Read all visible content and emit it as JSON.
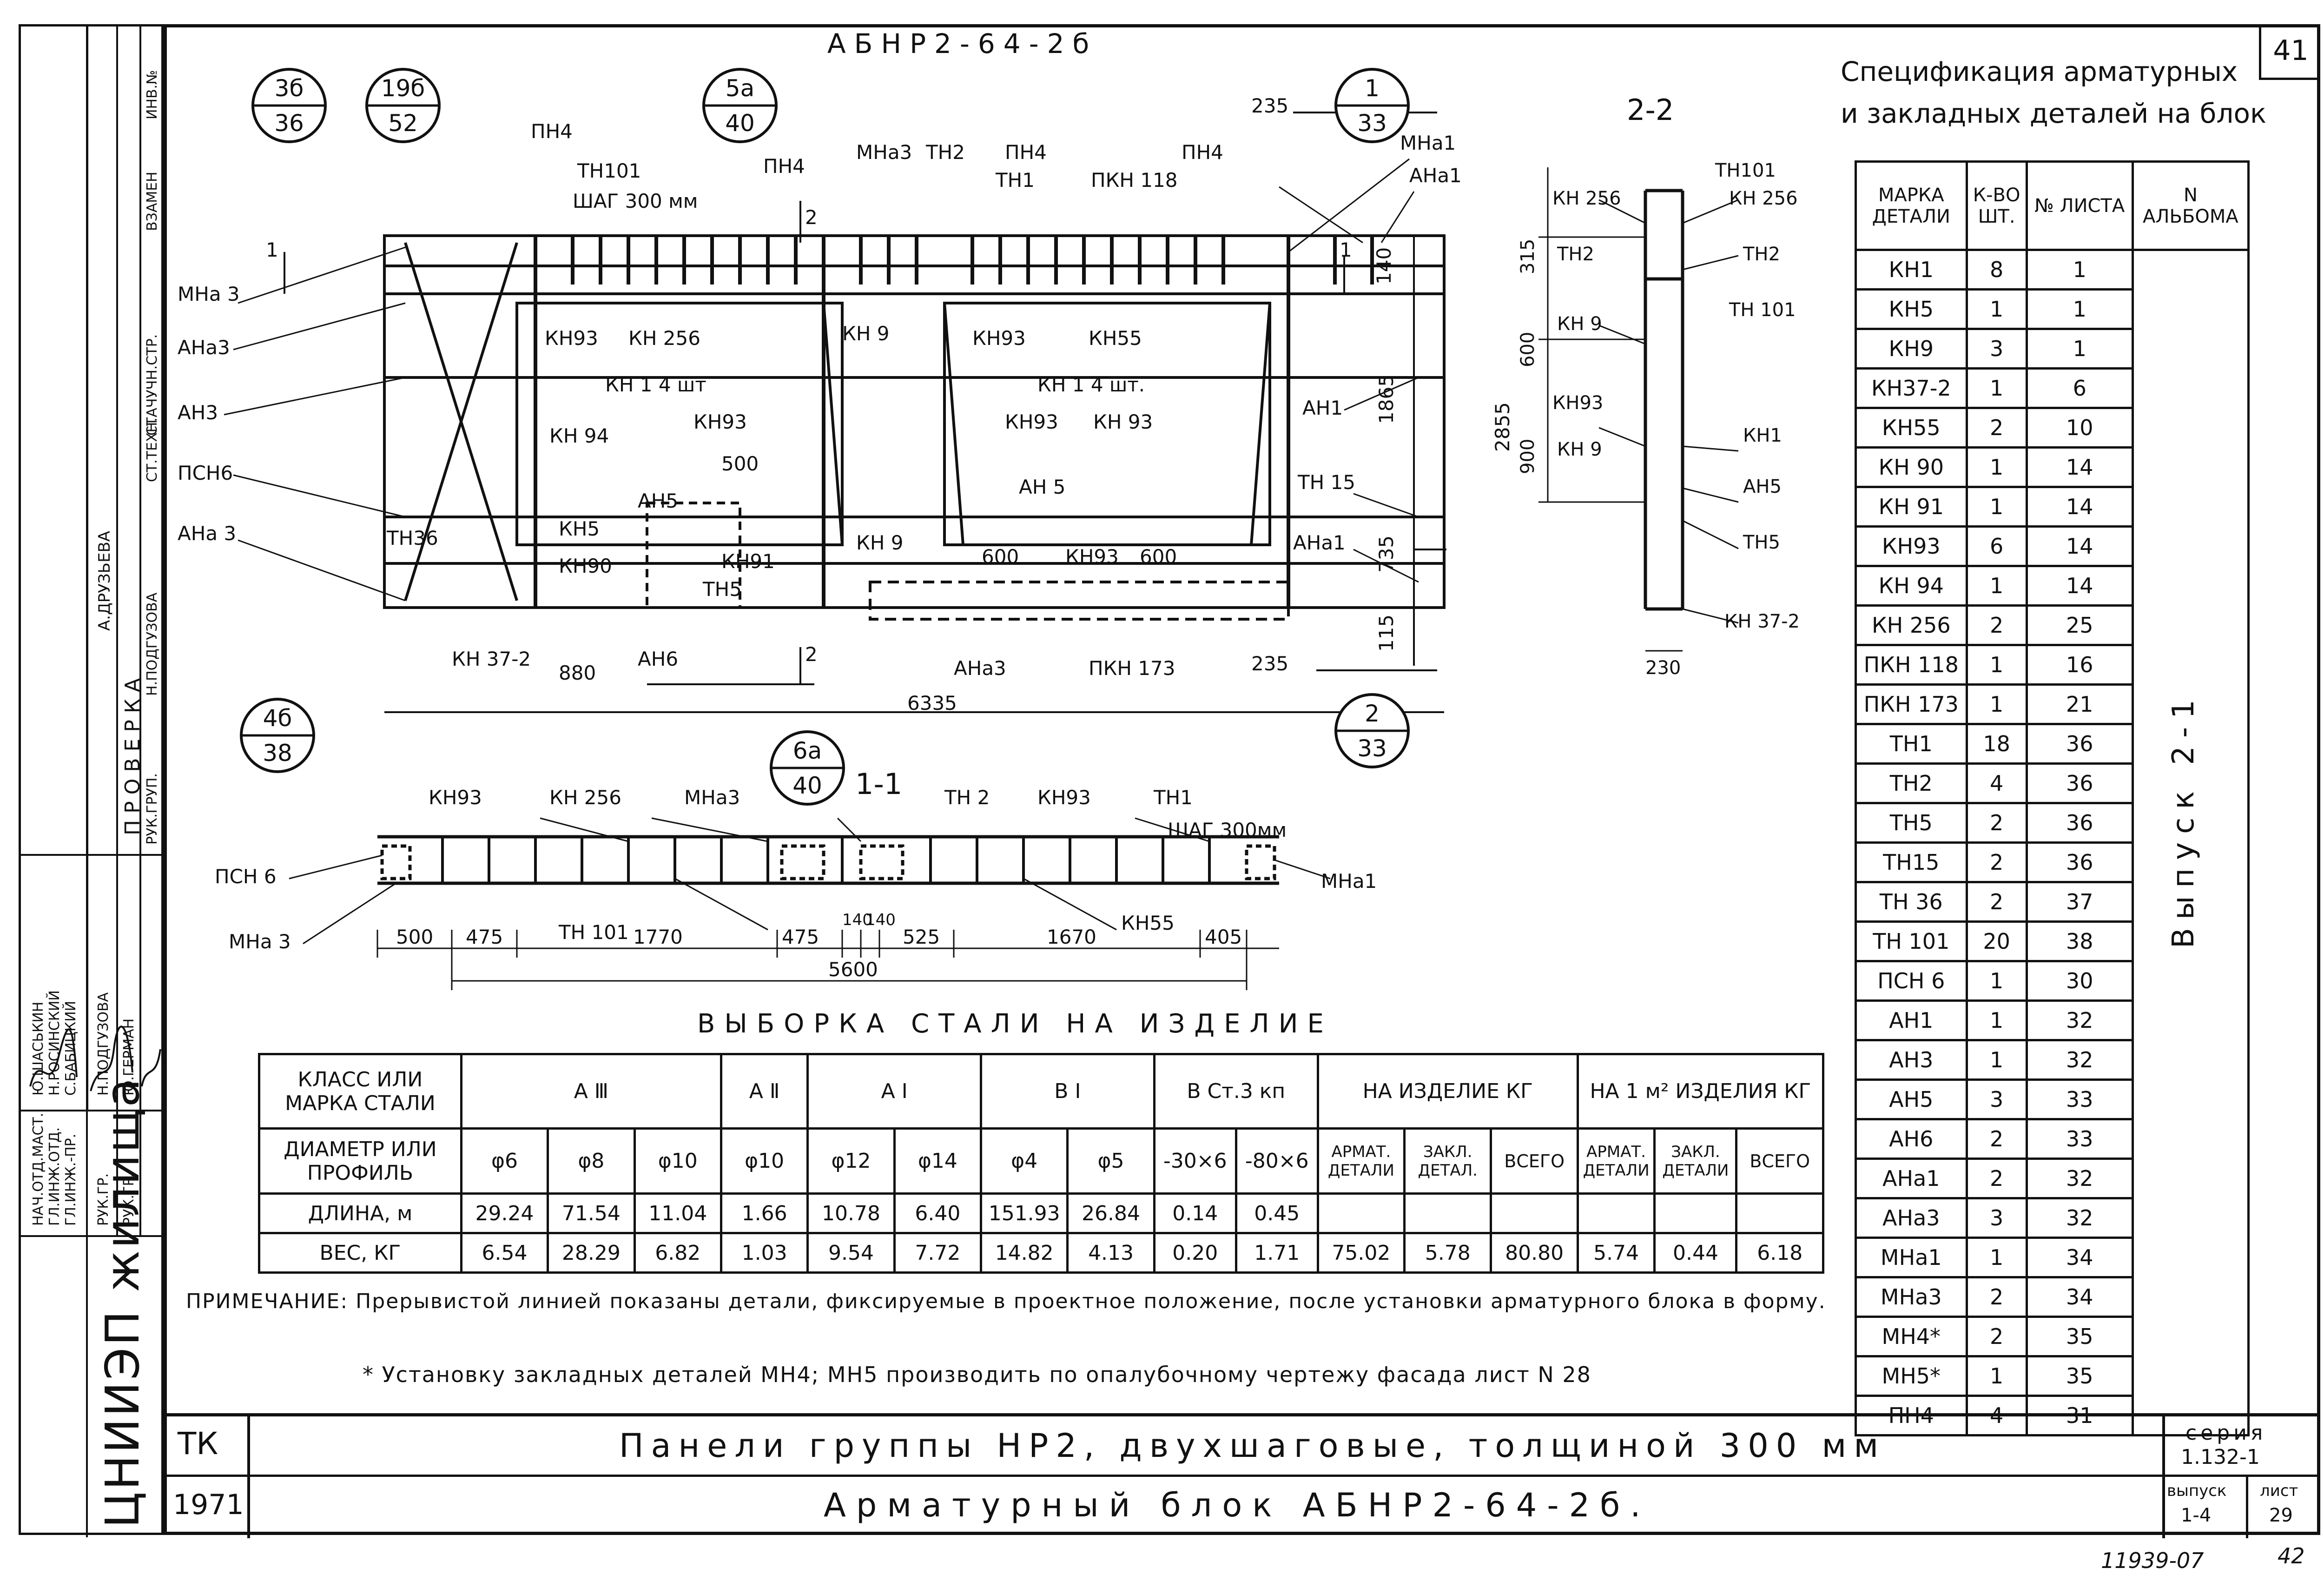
{
  "sheet_no": "41",
  "drawing_title": "АБНР2-64-2б",
  "section_2_2": "2-2",
  "section_1_1": "1-1",
  "plan_labels": [
    "ПН4",
    "ТН101",
    "ШАГ 300 мм",
    "ПН4",
    "МНа3",
    "ТН2",
    "ПН4",
    "ТН1",
    "ПКН 118",
    "ПН4",
    "МНа1",
    "АНа1",
    "МНа 3",
    "АНа3",
    "АН3",
    "ПСН6",
    "АНа 3",
    "ТН36",
    "КН93",
    "КН 256",
    "КН 9",
    "КН93",
    "КН55",
    "КН 1 4 шт",
    "КН 1 4 шт.",
    "КН 94",
    "КН93",
    "500",
    "КН93",
    "КН 93",
    "АН5",
    "АН 5",
    "КН5",
    "КН90",
    "КН91",
    "ТН5",
    "КН 9",
    "600",
    "КН93",
    "600",
    "АН1",
    "ТН 15",
    "АНа1",
    "КН 37-2",
    "АН6",
    "АНа3",
    "ПКН 173",
    "880",
    "6335",
    "235",
    "235",
    "1",
    "1",
    "2",
    "2",
    "140",
    "1865",
    "2855",
    "735",
    "115"
  ],
  "callouts": [
    {
      "top": "3б",
      "bottom": "36"
    },
    {
      "top": "19б",
      "bottom": "52"
    },
    {
      "top": "5а",
      "bottom": "40"
    },
    {
      "top": "1",
      "bottom": "33"
    },
    {
      "top": "4б",
      "bottom": "38"
    },
    {
      "top": "6а",
      "bottom": "40"
    },
    {
      "top": "2",
      "bottom": "33"
    }
  ],
  "section22_labels": [
    "ТН101",
    "КН 256",
    "КН 256",
    "ТН2",
    "ТН2",
    "ТН 101",
    "КН 9",
    "КН93",
    "КН 9",
    "КН1",
    "АН5",
    "ТН5",
    "КН 37-2",
    "315",
    "600",
    "900",
    "230"
  ],
  "section11_labels": [
    "КН93",
    "КН 256",
    "МНа3",
    "ТН 2",
    "КН93",
    "ТН1",
    "ШАГ 300мм",
    "ПСН 6",
    "МНа 3",
    "ТН 101",
    "КН55",
    "МНа1",
    "500",
    "475",
    "1770",
    "475",
    "140",
    "140",
    "525",
    "1670",
    "405",
    "5600"
  ],
  "steel_table": {
    "title": "ВЫБОРКА СТАЛИ НА ИЗДЕЛИЕ",
    "h_class": "КЛАСС ИЛИ МАРКА СТАЛИ",
    "groups": [
      "А Ⅲ",
      "А Ⅱ",
      "А Ⅰ",
      "В Ⅰ",
      "В Ст.3 кп",
      "НА ИЗДЕЛИЕ КГ",
      "НА 1 м² ИЗДЕЛИЯ КГ"
    ],
    "h_diam": "ДИАМЕТР ИЛИ ПРОФИЛЬ",
    "diams": [
      "φ6",
      "φ8",
      "φ10",
      "φ10",
      "φ12",
      "φ14",
      "φ4",
      "φ5",
      "-30×6",
      "-80×6",
      "АРМАТ. ДЕТАЛИ",
      "ЗАКЛ. ДЕТАЛ.",
      "ВСЕГО",
      "АРМАТ. ДЕТАЛИ",
      "ЗАКЛ. ДЕТАЛИ",
      "ВСЕГО"
    ],
    "h_length": "ДЛИНА, м",
    "lengths": [
      "29.24",
      "71.54",
      "11.04",
      "1.66",
      "10.78",
      "6.40",
      "151.93",
      "26.84",
      "0.14",
      "0.45",
      "",
      "",
      "",
      "",
      "",
      ""
    ],
    "h_weight": "ВЕС, КГ",
    "weights": [
      "6.54",
      "28.29",
      "6.82",
      "1.03",
      "9.54",
      "7.72",
      "14.82",
      "4.13",
      "0.20",
      "1.71",
      "75.02",
      "5.78",
      "80.80",
      "5.74",
      "0.44",
      "6.18"
    ]
  },
  "note_1": "ПРИМЕЧАНИЕ: Прерывистой линией показаны детали, фиксируемые в проектное положение, после установки арматурного блока в форму.",
  "note_2": "* Установку закладных деталей МН4; МН5 производить по опалубочному чертежу фасада лист N 28",
  "spec": {
    "title_1": "Спецификация арматурных",
    "title_2": "и закладных деталей на блок",
    "h_mark": "МАРКА ДЕТАЛИ",
    "h_qty": "К-ВО ШТ.",
    "h_sheet": "№ ЛИСТА",
    "h_album": "N АЛЬБОМА",
    "album_note": "Выпуск 2-1",
    "rows": [
      {
        "mark": "КН1",
        "qty": "8",
        "sheet": "1"
      },
      {
        "mark": "КН5",
        "qty": "1",
        "sheet": "1"
      },
      {
        "mark": "КН9",
        "qty": "3",
        "sheet": "1"
      },
      {
        "mark": "КН37-2",
        "qty": "1",
        "sheet": "6"
      },
      {
        "mark": "КН55",
        "qty": "2",
        "sheet": "10"
      },
      {
        "mark": "КН 90",
        "qty": "1",
        "sheet": "14"
      },
      {
        "mark": "КН 91",
        "qty": "1",
        "sheet": "14"
      },
      {
        "mark": "КН93",
        "qty": "6",
        "sheet": "14"
      },
      {
        "mark": "КН 94",
        "qty": "1",
        "sheet": "14"
      },
      {
        "mark": "КН 256",
        "qty": "2",
        "sheet": "25"
      },
      {
        "mark": "ПКН 118",
        "qty": "1",
        "sheet": "16"
      },
      {
        "mark": "ПКН 173",
        "qty": "1",
        "sheet": "21"
      },
      {
        "mark": "ТН1",
        "qty": "18",
        "sheet": "36"
      },
      {
        "mark": "ТН2",
        "qty": "4",
        "sheet": "36"
      },
      {
        "mark": "ТН5",
        "qty": "2",
        "sheet": "36"
      },
      {
        "mark": "ТН15",
        "qty": "2",
        "sheet": "36"
      },
      {
        "mark": "ТН 36",
        "qty": "2",
        "sheet": "37"
      },
      {
        "mark": "ТН 101",
        "qty": "20",
        "sheet": "38"
      },
      {
        "mark": "ПСН 6",
        "qty": "1",
        "sheet": "30"
      },
      {
        "mark": "АН1",
        "qty": "1",
        "sheet": "32"
      },
      {
        "mark": "АН3",
        "qty": "1",
        "sheet": "32"
      },
      {
        "mark": "АН5",
        "qty": "3",
        "sheet": "33"
      },
      {
        "mark": "АН6",
        "qty": "2",
        "sheet": "33"
      },
      {
        "mark": "АНа1",
        "qty": "2",
        "sheet": "32"
      },
      {
        "mark": "АНа3",
        "qty": "3",
        "sheet": "32"
      },
      {
        "mark": "МНа1",
        "qty": "1",
        "sheet": "34"
      },
      {
        "mark": "МНа3",
        "qty": "2",
        "sheet": "34"
      },
      {
        "mark": "МН4*",
        "qty": "2",
        "sheet": "35"
      },
      {
        "mark": "МН5*",
        "qty": "1",
        "sheet": "35"
      },
      {
        "mark": "ПН4",
        "qty": "4",
        "sheet": "31"
      }
    ]
  },
  "titleblock": {
    "tk": "ТК",
    "year": "1971",
    "line_1": "Панели группы НР2, двухшаговые, толщиной 300 мм",
    "line_2": "Арматурный блок АБНР2-64-2б.",
    "seria_label": "серия",
    "seria": "1.132-1",
    "vyp_label": "выпуск",
    "vyp": "1-4",
    "list_label": "лист",
    "list": "29"
  },
  "stamp": {
    "org": "ЦНИИЭП жилища",
    "roles": [
      "НАЧ.ОТД.МАСТ.",
      "ГЛ.ИНЖ.ОТД.",
      "ГЛ.ИНЖ.-ПР.",
      "РУК.ГР.",
      "РУК.ГР."
    ],
    "names": [
      "Ю.ШАСЬКИН",
      "Н.РОСИНСКИЙ",
      "С.БАБИЦКИЙ",
      "Н.ПОДГУЗОВА",
      "Ю.ГЕРМАН"
    ],
    "check_label": "ПРОВЕРКА",
    "check_roles": [
      "РУК.ГРУП.",
      "СТ.ТЕХН."
    ],
    "check_names": [
      "Н.ПОДГУЗОВА",
      "А.ДРУЗЬЕВА"
    ],
    "side_labels": [
      "ИНВ.№",
      "ВЗАМЕН",
      "СТАЧУЧН.СТР."
    ]
  },
  "footer_code": "11939-07",
  "footer_page": "42"
}
